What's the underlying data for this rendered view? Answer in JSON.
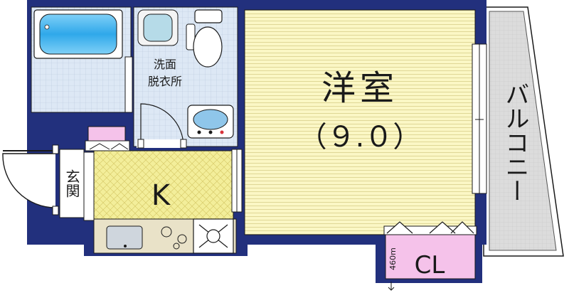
{
  "rooms": {
    "western_room": {
      "label": "洋室",
      "size": "（９.０）"
    },
    "kitchen": {
      "label": "K"
    },
    "washroom": {
      "line1": "洗面",
      "line2": "脱衣所"
    },
    "entrance": {
      "label": "玄関"
    },
    "closet": {
      "label": "CL",
      "note": "460m"
    },
    "balcony": {
      "label": "バルコニー"
    }
  },
  "colors": {
    "wall": "#22307d",
    "western_floor": "#fbf7c5",
    "kitchen_floor": "#f3ee9a",
    "wet_area": "#d9e6f4",
    "closet": "#f5c2ea",
    "balcony": "#d9d9d9",
    "bathtub_water": "#43b4ee"
  }
}
